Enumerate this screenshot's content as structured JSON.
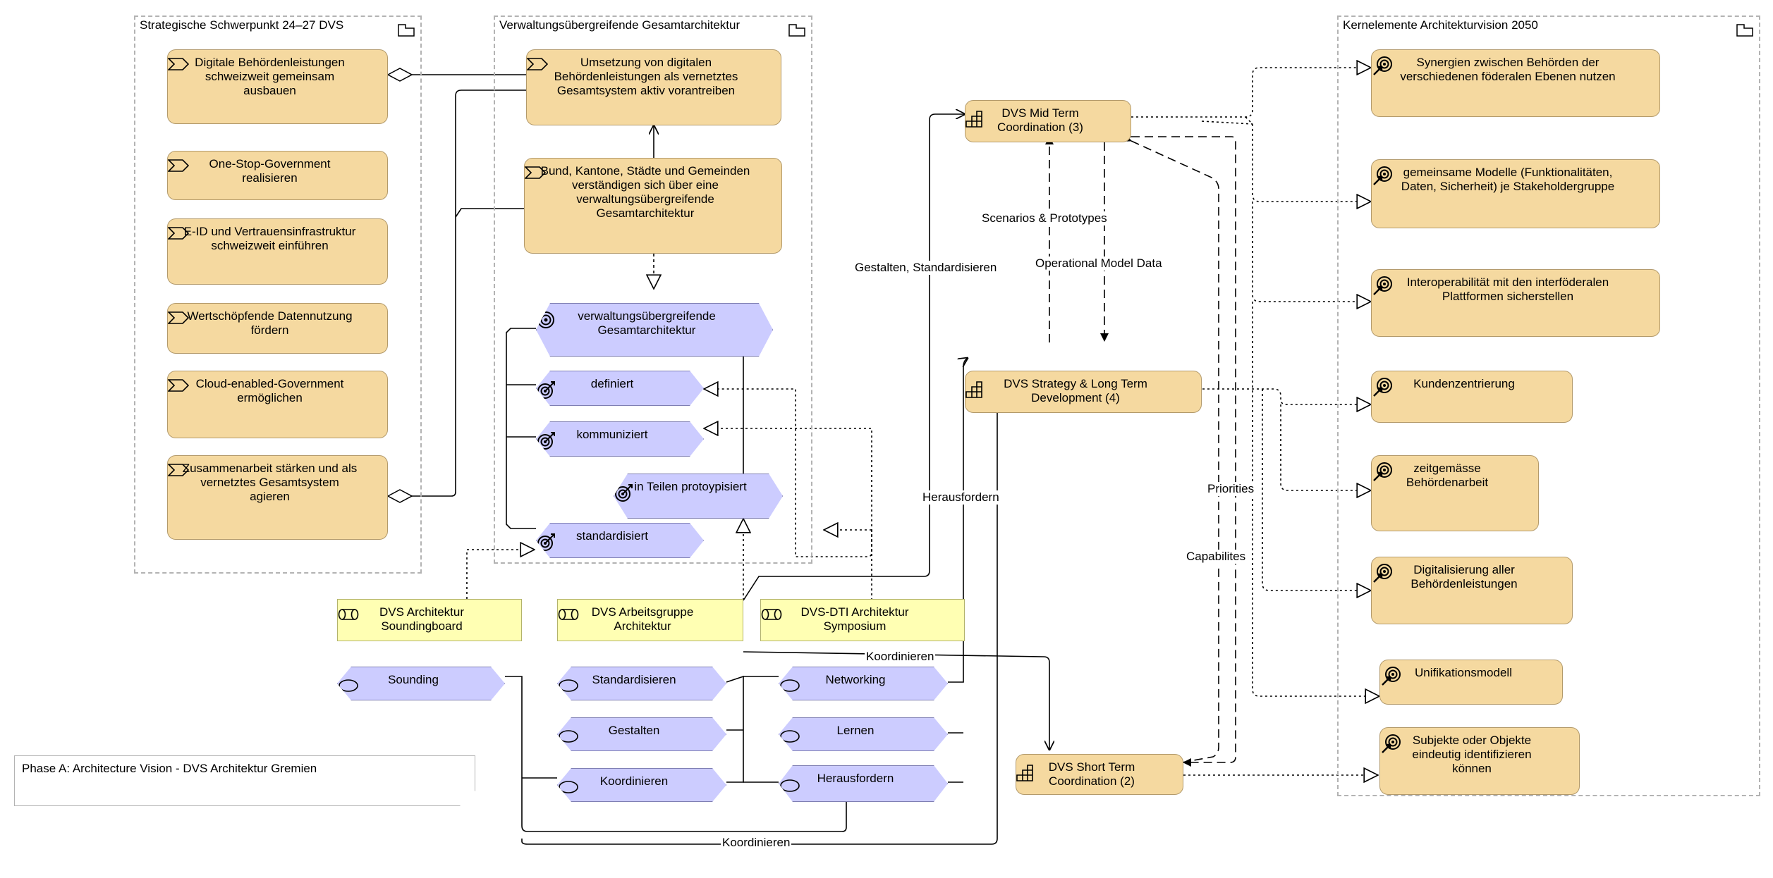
{
  "groups": {
    "strategic": {
      "title": "Strategische Schwerpunkt 24–27 DVS"
    },
    "admin": {
      "title": "Verwaltungsübergreifende Gesamtarchitektur"
    },
    "kernel": {
      "title": "Kernelemente Architekturvision 2050"
    }
  },
  "strategic_items": [
    "Digitale Behördenleistungen schweizweit gemeinsam ausbauen",
    "One-Stop-Government realisieren",
    "E-ID und Vertrauensinfrastruktur schweizweit einführen",
    "Wertschöpfende Datennutzung fördern",
    "Cloud-enabled-Government ermöglichen",
    "Zusammenarbeit stärken und als vernetztes Gesamtsystem agieren"
  ],
  "admin_items": {
    "umsetzung": "Umsetzung von digitalen Behördenleistungen als vernetztes Gesamtsystem aktiv vorantreiben",
    "bund": "Bund, Kantone, Städte und Gemeinden verständigen sich über eine verwaltungsübergreifende Gesamtarchitektur",
    "goal": "verwaltungsübergreifende Gesamtarchitektur",
    "definiert": "definiert",
    "kommuniziert": "kommuniziert",
    "protoypisiert": "in Teilen protoypisiert",
    "standardisiert": "standardisiert"
  },
  "coordination": {
    "mid": "DVS Mid Term Coordination (3)",
    "strategy": "DVS Strategy & Long Term Development (4)",
    "short": "DVS Short Term Coordination (2)"
  },
  "kernel_items": [
    "Synergien zwischen Behörden der verschiedenen föderalen Ebenen nutzen",
    "gemeinsame Modelle (Funktionalitäten, Daten, Sicherheit) je Stakeholdergruppe",
    "Interoperabilität mit den interföderalen Plattformen sicherstellen",
    "Kundenzentrierung",
    "zeitgemässe Behördenarbeit",
    "Digitalisierung aller Behördenleistungen",
    "Unifikationsmodell",
    "Subjekte oder Objekte eindeutig identifizieren können"
  ],
  "roles": {
    "soundingboard": "DVS Architektur Soundingboard",
    "arbeitsgruppe": "DVS Arbeitsgruppe Architektur",
    "symposium": "DVS-DTI Architektur Symposium"
  },
  "services": {
    "sounding": "Sounding",
    "standardisieren": "Standardisieren",
    "gestalten": "Gestalten",
    "koordinieren": "Koordinieren",
    "networking": "Networking",
    "lernen": "Lernen",
    "herausfordern": "Herausfordern"
  },
  "edge_labels": {
    "gestalten_standardisieren": "Gestalten, Standardisieren",
    "scenarios": "Scenarios & Prototypes",
    "operational": "Operational Model Data",
    "herausfordern": "Herausfordern",
    "priorities": "Priorities",
    "capabilities": "Capabilites",
    "koordinieren1": "Koordinieren",
    "koordinieren2": "Koordinieren"
  },
  "note": "Phase A: Architecture Vision - DVS Architektur Gremien",
  "colors": {
    "business": "#f5d9a0",
    "motivation": "#ccccff",
    "role": "#ffffb3",
    "group_border": "#b3b3b3"
  },
  "icons": {
    "group": "folder-icon",
    "strategy": "chevron-icon",
    "goal": "target-icon",
    "outcome": "outcome-icon",
    "service": "oval-icon",
    "role": "cylinder-icon",
    "capability": "steps-icon"
  }
}
